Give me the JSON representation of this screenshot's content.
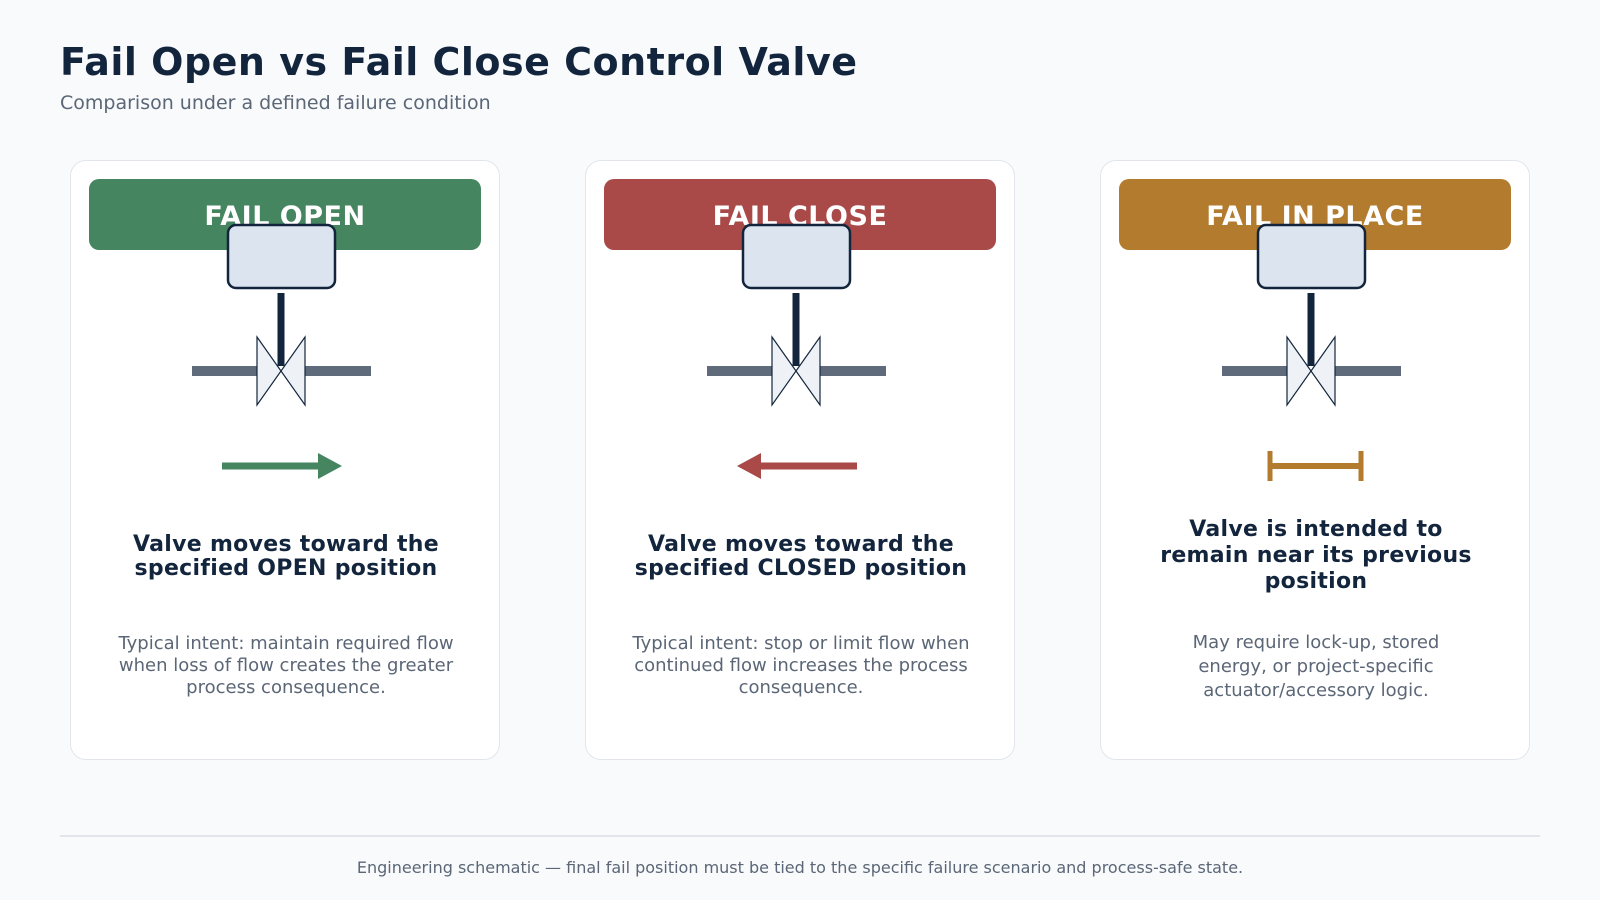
{
  "header": {
    "title": "Fail Open vs Fail Close Control Valve",
    "subtitle": "Comparison under a defined failure condition"
  },
  "cards": [
    {
      "label": "FAIL OPEN",
      "color": "#458560",
      "indicator": "right-arrow-icon",
      "headline": "Valve moves toward the specified OPEN position",
      "description": "Typical intent: maintain required flow when loss of flow creates the greater process consequence."
    },
    {
      "label": "FAIL CLOSE",
      "color": "#a94a49",
      "indicator": "left-arrow-icon",
      "headline": "Valve moves toward the specified CLOSED position",
      "description": "Typical intent: stop or limit flow when continued flow increases the process consequence."
    },
    {
      "label": "FAIL IN PLACE",
      "color": "#b27b2d",
      "indicator": "hold-bracket-icon",
      "headline": "Valve is intended to remain near its previous position",
      "description": "May require lock-up, stored energy, or project-specific actuator/accessory logic."
    }
  ],
  "colors": {
    "actuator_fill": "#dce5ef",
    "actuator_stroke": "#13253d",
    "pipe": "#5f6b7a",
    "valve_body": "#eef2f6"
  },
  "footer": {
    "note": "Engineering schematic — final fail position must be tied to the specific failure scenario and process-safe state."
  }
}
